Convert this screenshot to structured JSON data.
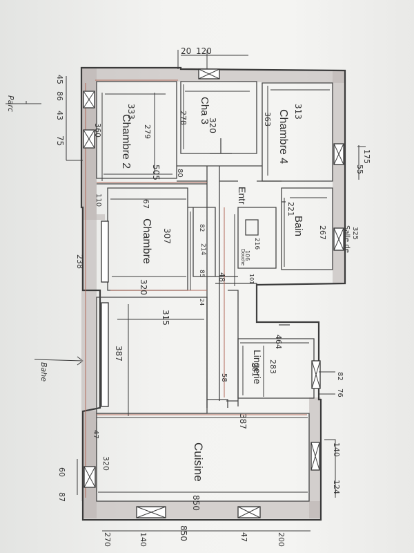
{
  "rooms": {
    "chambre2": "Chambre 2",
    "cha3": "Cha 3",
    "chambre4": "Chambre 4",
    "chambre": "Chambre",
    "entree": "Entr",
    "bain": "Bain",
    "douche": "Douche",
    "lingerie": "Lingerie",
    "cuisine": "Cuisine"
  },
  "side_labels": {
    "parc": "Parc",
    "bahe": "Bahe",
    "salle_bain": "Salle de"
  },
  "dims": {
    "d_20": "20",
    "d_120": "120",
    "d_45": "45",
    "d_86": "86",
    "d_43": "43",
    "d_75": "75",
    "d_333": "333",
    "d_360": "360",
    "d_279": "279",
    "d_505": "505",
    "d_80": "80",
    "d_320a": "320",
    "d_278": "278",
    "d_363": "363",
    "d_313": "313",
    "d_175": "175",
    "d_55": "55",
    "d_67": "67",
    "d_110": "110",
    "d_307": "307",
    "d_238": "238",
    "d_320b": "320",
    "d_82": "82",
    "d_214": "214",
    "d_216": "216",
    "d_106": "106",
    "d_221": "221",
    "d_267": "267",
    "d_325": "325",
    "d_85": "85",
    "d_48": "48",
    "d_101": "101",
    "d_24": "24",
    "d_315": "315",
    "d_387a": "387",
    "d_464": "464",
    "d_283": "283",
    "d_281": "281",
    "d_58": "58",
    "d_82b": "82",
    "d_76": "76",
    "d_387b": "387",
    "d_47a": "47",
    "d_320c": "320",
    "d_87": "87",
    "d_60": "60",
    "d_140": "140",
    "d_124": "124",
    "d_850a": "850",
    "d_850b": "850",
    "d_270": "270",
    "d_140b": "140",
    "d_47b": "47",
    "d_200": "200"
  }
}
